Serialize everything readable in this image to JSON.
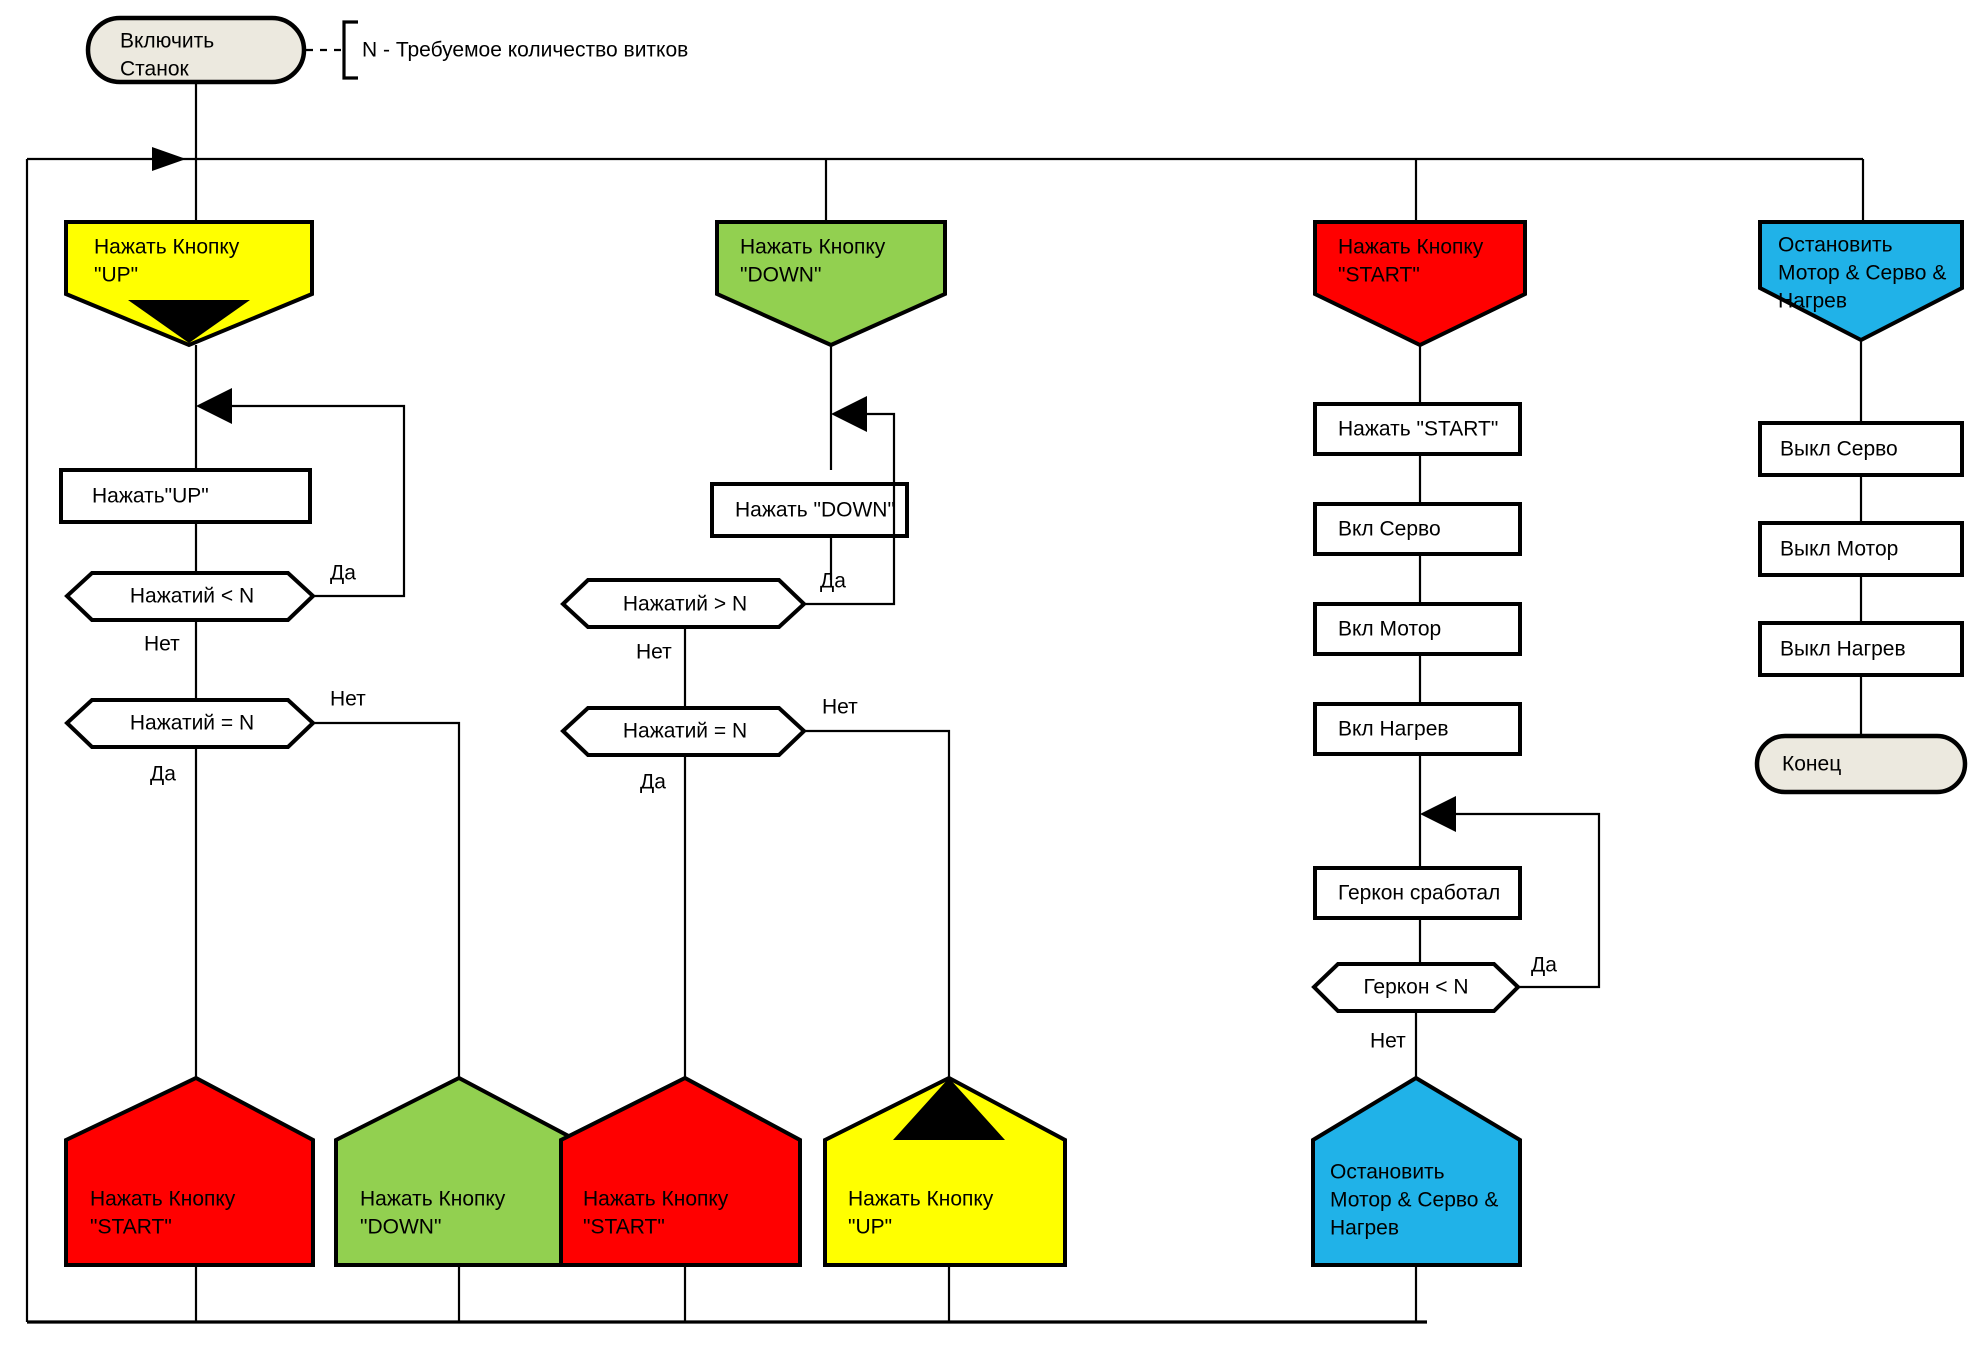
{
  "diagram": {
    "title": "Flowchart: Coil winding machine control logic",
    "language": "ru",
    "background": "#ffffff",
    "line_color": "#000000"
  },
  "colors": {
    "yellow": "#ffff00",
    "green": "#92d050",
    "red": "#ff0000",
    "blue": "#20b2e8",
    "terminal": "#ece9df",
    "white": "#ffffff",
    "black": "#000000"
  },
  "note": {
    "text": "N - Требуемое количество витков"
  },
  "terminals": {
    "start": "Включить\nСтанок",
    "start_line1": "Включить",
    "start_line2": "Станок",
    "end": "Конец"
  },
  "columns": [
    {
      "id": "up",
      "color_key": "yellow",
      "header": {
        "line1": "Нажать Кнопку",
        "line2": "\"UP\""
      },
      "process": "Нажать\"UP\"",
      "decision1": {
        "text": "Нажатий <  N",
        "yes": "Да",
        "no": "Нет"
      },
      "decision2": {
        "text": "Нажатий = N",
        "yes": "Да",
        "no": "Нет"
      },
      "branch_yes": {
        "line1": "Нажать Кнопку",
        "line2": "\"START\"",
        "color_key": "red"
      },
      "branch_no": {
        "line1": "Нажать Кнопку",
        "line2": "\"DOWN\"",
        "color_key": "green"
      }
    },
    {
      "id": "down",
      "color_key": "green",
      "header": {
        "line1": "Нажать Кнопку",
        "line2": "\"DOWN\""
      },
      "process": "Нажать \"DOWN\"",
      "decision1": {
        "text": "Нажатий > N",
        "yes": "Да",
        "no": "Нет"
      },
      "decision2": {
        "text": "Нажатий = N",
        "yes": "Да",
        "no": "Нет"
      },
      "branch_yes": {
        "line1": "Нажать Кнопку",
        "line2": "\"START\"",
        "color_key": "red"
      },
      "branch_no": {
        "line1": "Нажать Кнопку",
        "line2": "\"UP\"",
        "color_key": "yellow"
      }
    },
    {
      "id": "start",
      "color_key": "red",
      "header": {
        "line1": "Нажать Кнопку",
        "line2": "\"START\""
      },
      "steps": [
        "Нажать \"START\"",
        "Вкл Серво",
        "Вкл Мотор",
        "Вкл Нагрев",
        "Геркон сработал"
      ],
      "decision": {
        "text": "Геркон < N",
        "yes": "Да",
        "no": "Нет"
      },
      "terminal_node": {
        "line1": "Остановить",
        "line2": "Мотор & Серво &",
        "line3": "Нагрев",
        "color_key": "blue"
      }
    },
    {
      "id": "stop",
      "color_key": "blue",
      "header": {
        "line1": "Остановить",
        "line2": "Мотор & Серво &",
        "line3": "Нагрев"
      },
      "steps": [
        "Выкл Серво",
        "Выкл Мотор",
        "Выкл Нагрев"
      ],
      "end": "Конец"
    }
  ]
}
